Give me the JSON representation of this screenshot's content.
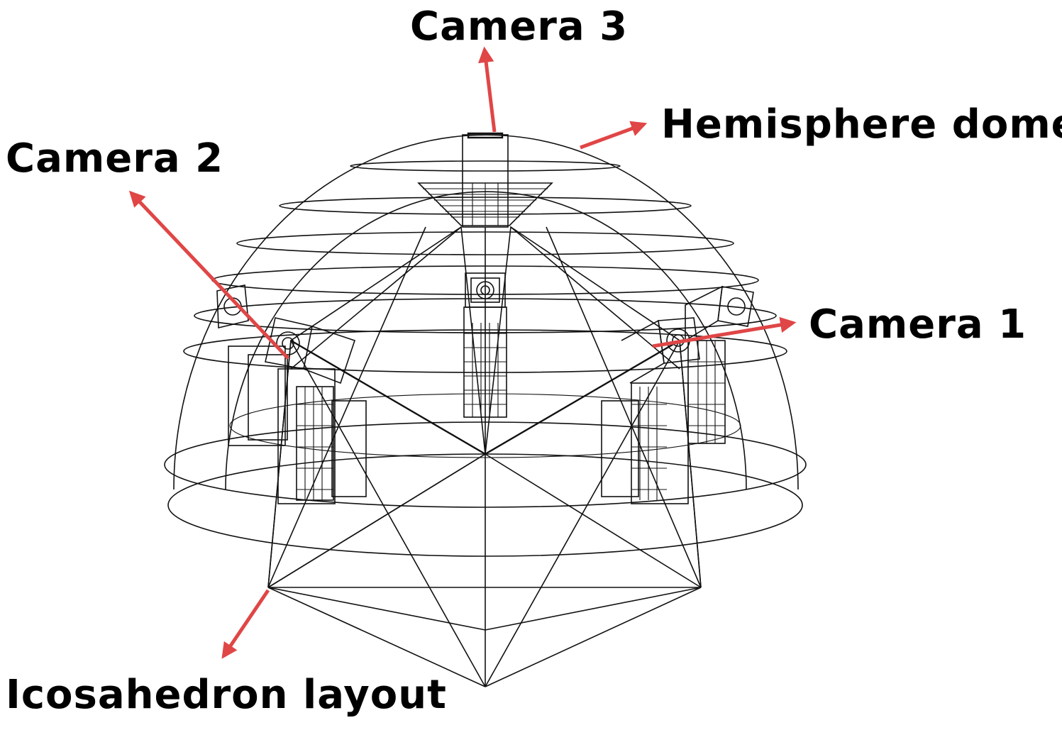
{
  "labels": {
    "camera3": "Camera 3",
    "hemisphere": "Hemisphere dome",
    "camera2": "Camera 2",
    "camera1": "Camera 1",
    "icosahedron": "Icosahedron layout"
  },
  "colors": {
    "arrow": "#e04646",
    "wire": "#111111",
    "text": "#000000",
    "background": "#ffffff"
  }
}
